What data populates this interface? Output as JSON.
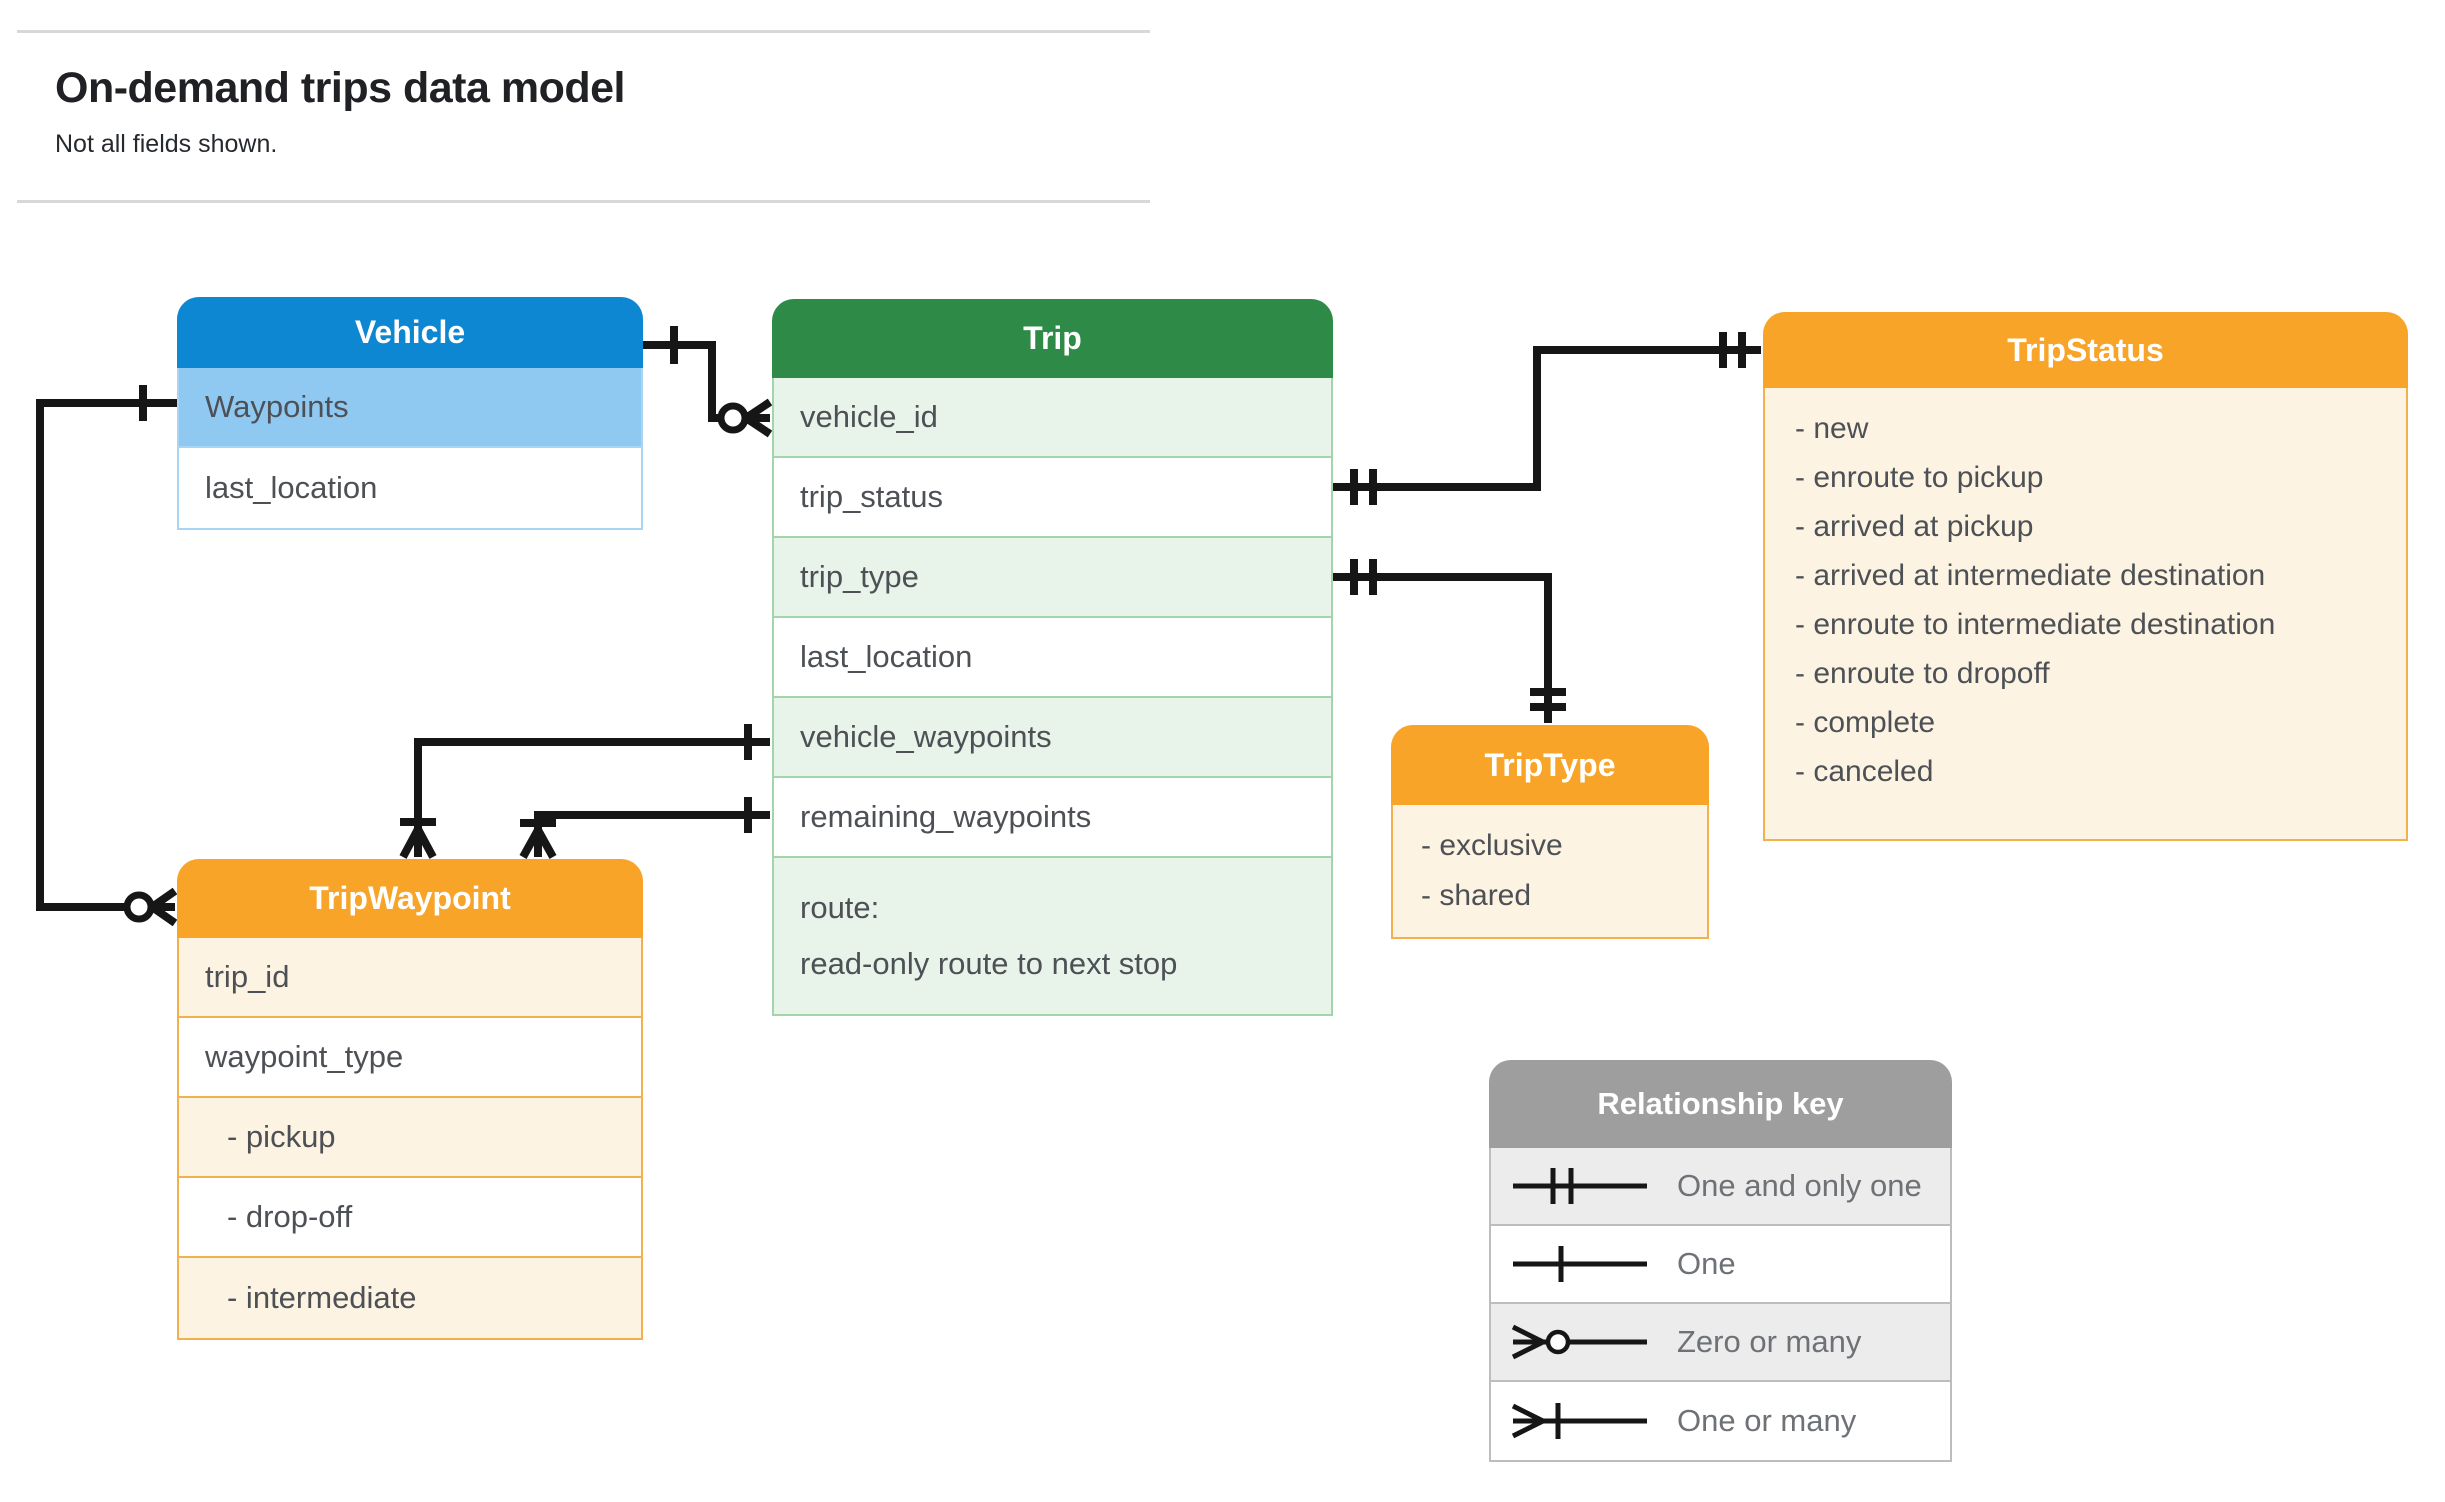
{
  "header": {
    "title": "On-demand trips data model",
    "subtitle": "Not all fields shown."
  },
  "entities": {
    "vehicle": {
      "title": "Vehicle",
      "fields": [
        "Waypoints",
        "last_location"
      ]
    },
    "trip": {
      "title": "Trip",
      "fields": [
        "vehicle_id",
        "trip_status",
        "trip_type",
        "last_location",
        "vehicle_waypoints",
        "remaining_waypoints"
      ],
      "route": [
        "route:",
        "read-only route to next stop"
      ]
    },
    "tripStatus": {
      "title": "TripStatus",
      "values": [
        "- new",
        "- enroute to pickup",
        "- arrived at pickup",
        "- arrived at intermediate destination",
        "- enroute to intermediate destination",
        "- enroute to dropoff",
        "- complete",
        "- canceled"
      ]
    },
    "tripType": {
      "title": "TripType",
      "values": [
        "- exclusive",
        "- shared"
      ]
    },
    "tripWaypoint": {
      "title": "TripWaypoint",
      "fields": [
        "trip_id",
        "waypoint_type",
        "- pickup",
        "- drop-off",
        "- intermediate"
      ]
    }
  },
  "legend": {
    "title": "Relationship key",
    "rows": [
      {
        "symbol": "one-and-only-one",
        "label": "One and only one"
      },
      {
        "symbol": "one",
        "label": "One"
      },
      {
        "symbol": "zero-or-many",
        "label": "Zero or many"
      },
      {
        "symbol": "one-or-many",
        "label": "One or many"
      }
    ]
  },
  "colors": {
    "vehicle-header": "#0d87d1",
    "vehicle-row": "#8fc9f2",
    "vehicle-border": "#a9d5f5",
    "trip-header": "#2e8b47",
    "trip-row": "#e8f3ea",
    "trip-border": "#a4d4ac",
    "orange-header": "#f7a428",
    "orange-row": "#fdf3e2",
    "orange-border": "#f2b14d",
    "legend-header": "#9e9e9e",
    "legend-row": "#ececec",
    "legend-border": "#bdbdbd",
    "legend-text": "#6e7276",
    "line": "#161616",
    "text": "#4d5156",
    "title": "#202124",
    "rule": "#d8d8d8"
  }
}
